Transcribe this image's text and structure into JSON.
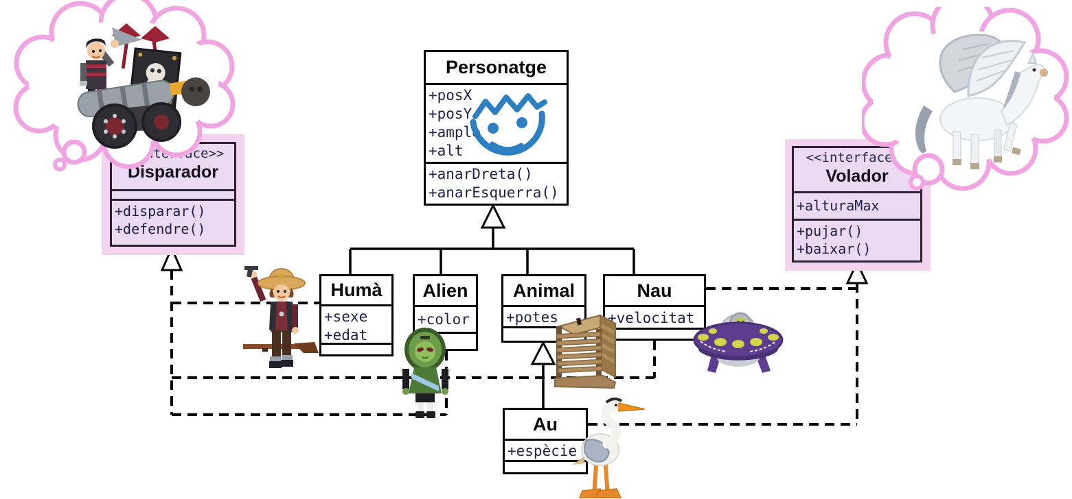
{
  "uml": {
    "personatge": {
      "name": "Personatge",
      "attrs": [
        "+posX",
        "+posY",
        "+ample",
        "+alt"
      ],
      "methods": [
        "+anarDreta()",
        "+anarEsquerra()"
      ]
    },
    "disparador": {
      "stereotype": "<<interface>>",
      "name": "Disparador",
      "methods": [
        "+disparar()",
        "+defendre()"
      ]
    },
    "volador": {
      "stereotype": "<<interface>>",
      "name": "Volador",
      "attrs": [
        "+alturaMax"
      ],
      "methods": [
        "+pujar()",
        "+baixar()"
      ]
    },
    "huma": {
      "name": "Humà",
      "attrs": [
        "+sexe",
        "+edat"
      ]
    },
    "alien": {
      "name": "Alien",
      "attrs": [
        "+color"
      ]
    },
    "animal": {
      "name": "Animal",
      "attrs": [
        "+potes"
      ]
    },
    "nau": {
      "name": "Nau",
      "attrs": [
        "+velocitat"
      ]
    },
    "au": {
      "name": "Au",
      "attrs": [
        "+espècie"
      ]
    },
    "relations": [
      {
        "from": "Humà",
        "to": "Personatge",
        "type": "inheritance"
      },
      {
        "from": "Alien",
        "to": "Personatge",
        "type": "inheritance"
      },
      {
        "from": "Animal",
        "to": "Personatge",
        "type": "inheritance"
      },
      {
        "from": "Nau",
        "to": "Personatge",
        "type": "inheritance"
      },
      {
        "from": "Au",
        "to": "Animal",
        "type": "inheritance"
      },
      {
        "from": "Humà",
        "to": "Disparador",
        "type": "realization"
      },
      {
        "from": "Alien",
        "to": "Disparador",
        "type": "realization"
      },
      {
        "from": "Nau",
        "to": "Disparador",
        "type": "realization"
      },
      {
        "from": "Nau",
        "to": "Volador",
        "type": "realization"
      },
      {
        "from": "Au",
        "to": "Volador",
        "type": "realization"
      }
    ],
    "icons": [
      "thought-cloud-left",
      "pirate-cannon-figure",
      "thought-cloud-right",
      "pegasus-figure",
      "playmobil-logo",
      "cowboy-figure",
      "alien-figure",
      "wooden-crate-figure",
      "ufo-figure",
      "stork-figure"
    ],
    "colors": {
      "interface_fill": "#ead9f1",
      "interface_glow": "#f4d3ee",
      "cloud_pink": "#f0a5e2",
      "logo_blue": "#2d7fc1",
      "line": "#000000"
    }
  }
}
